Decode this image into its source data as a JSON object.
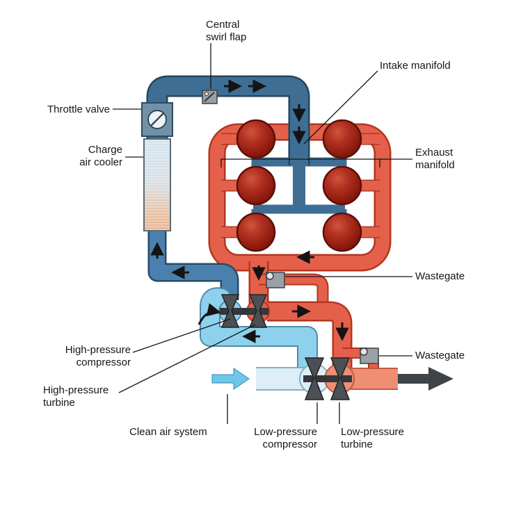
{
  "labels": {
    "central_swirl_flap": "Central\nswirl flap",
    "intake_manifold": "Intake manifold",
    "throttle_valve": "Throttle valve",
    "charge_air_cooler": "Charge\nair cooler",
    "exhaust_manifold": "Exhaust\nmanifold",
    "wastegate_high_pressure": "Wastegate",
    "high_pressure_compressor": "High-pressure\ncompressor",
    "high_pressure_turbine": "High-pressure\nturbine",
    "wastegate_low_pressure": "Wastegate",
    "clean_air_system": "Clean air system",
    "low_pressure_compressor": "Low-pressure\ncompressor",
    "low_pressure_turbine": "Low-pressure\nturbine"
  },
  "colors": {
    "intake_charge_air": "#3e6e94",
    "compressed_air": "#4b7fae",
    "low_pressure_air": "#8ed1ec",
    "clean_air": "#ddeef7",
    "exhaust_hot": "#e4604a",
    "exhaust_outlet": "#ee8e75",
    "cylinder_red": "#8c1a0e",
    "turbo_metal": "#4b5055"
  }
}
